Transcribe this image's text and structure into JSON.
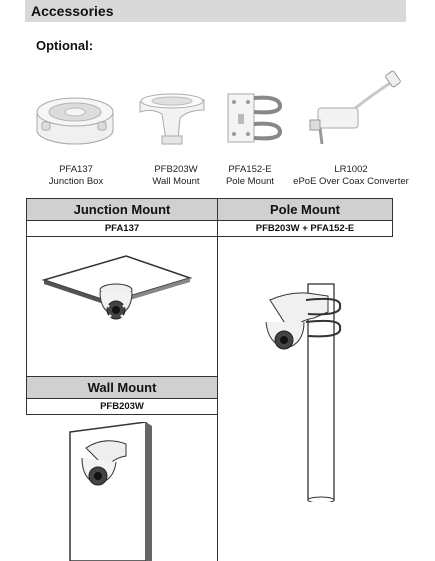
{
  "header": {
    "title": "Accessories"
  },
  "optional_label": "Optional:",
  "accessories": [
    {
      "model": "PFA137",
      "name": "Junction Box",
      "icon": "junction-box-icon"
    },
    {
      "model": "PFB203W",
      "name": "Wall Mount",
      "icon": "wall-mount-icon"
    },
    {
      "model": "PFA152-E",
      "name": "Pole Mount",
      "icon": "pole-mount-icon"
    },
    {
      "model": "LR1002",
      "name": "ePoE Over Coax Converter",
      "icon": "coax-converter-icon"
    }
  ],
  "mounts": {
    "junction": {
      "title": "Junction Mount",
      "part": "PFA137"
    },
    "pole": {
      "title": "Pole Mount",
      "part": "PFB203W + PFA152-E"
    },
    "wall": {
      "title": "Wall Mount",
      "part": "PFB203W"
    }
  }
}
